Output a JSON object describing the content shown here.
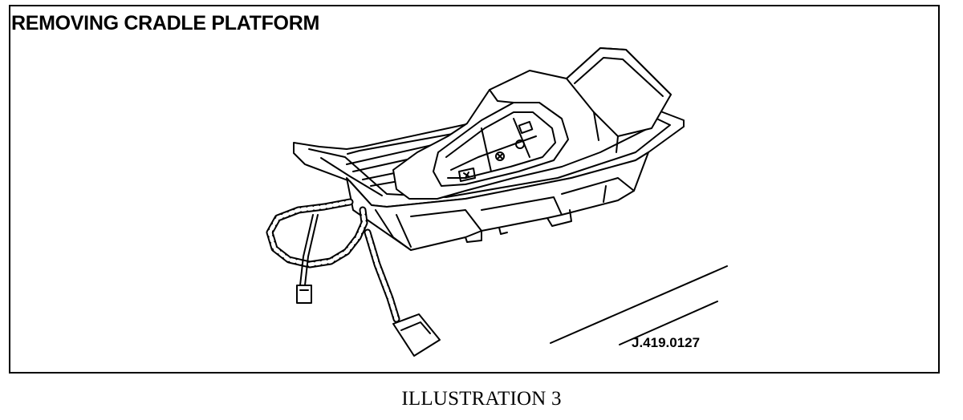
{
  "figure": {
    "title": "REMOVING CRADLE PLATFORM",
    "reference_code": "J.419.0127",
    "caption": "ILLUSTRATION 3"
  },
  "colors": {
    "line": "#000000",
    "background": "#ffffff"
  }
}
